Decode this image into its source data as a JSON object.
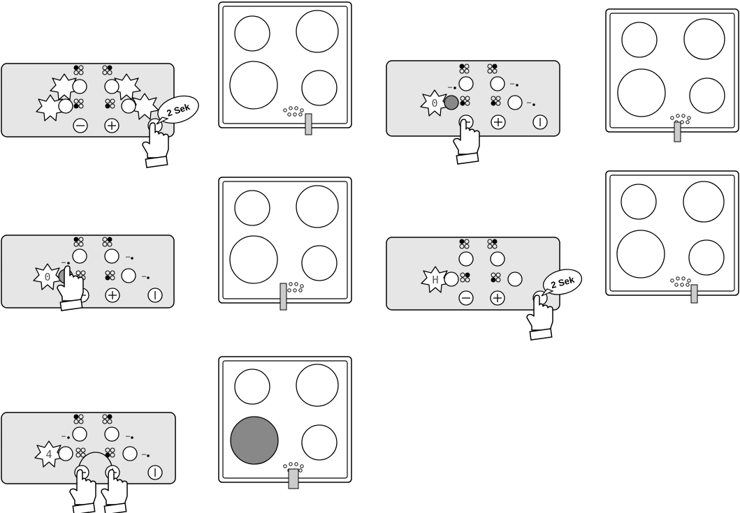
{
  "callouts": {
    "step1": "2 Sek",
    "step5": "2 Sek"
  },
  "displays": {
    "step2": "0",
    "step3": "4",
    "step4": "0",
    "step5": "H"
  },
  "colors": {
    "panel_fill": "#e6e6e6",
    "outline": "#000000",
    "active_zone": "#888888",
    "hob_fill": "#ffffff"
  }
}
